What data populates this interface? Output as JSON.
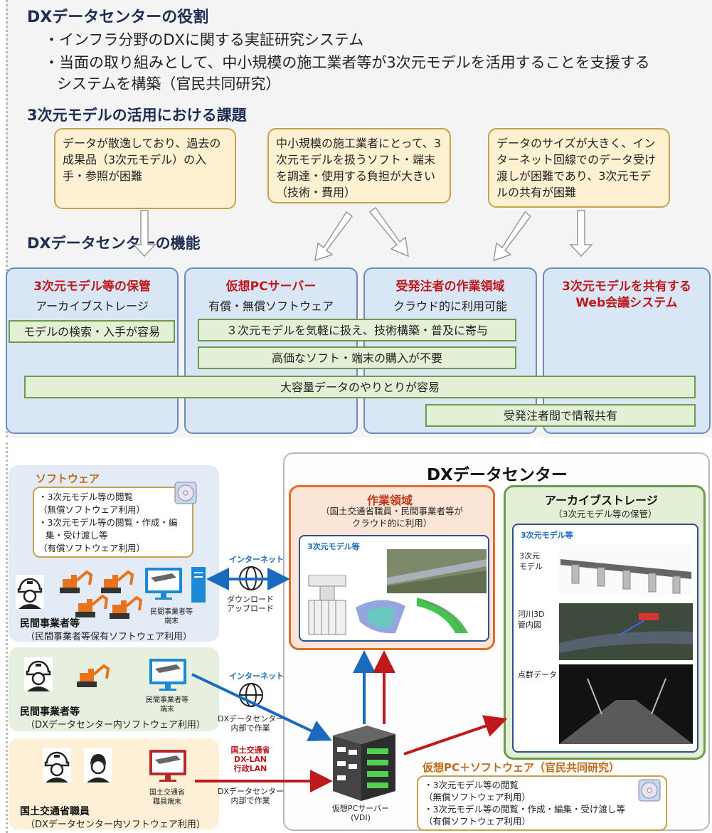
{
  "role": {
    "title": "DXデータセンターの役割",
    "line1": "・インフラ分野のDXに関する実証研究システム",
    "line2": "・当面の取り組みとして、中小規模の施工業者等が3次元モデルを活用することを支援する",
    "line3": "システムを構築（官民共同研究）"
  },
  "issues": {
    "title": "3次元モデルの活用における課題",
    "items": [
      "データが散逸しており、過去の成果品（3次元モデル）の入手・参照が困難",
      "中小規模の施工業者にとって、3次元モデルを扱うソフト・端末を調達・使用する負担が大きい（技術・費用）",
      "データのサイズが大きく、インターネット回線でのデータ受け渡しが困難であり、3次元モデルの共有が困難"
    ]
  },
  "functions": {
    "title": "DXデータセンターの機能",
    "cols": [
      {
        "title": "3次元モデル等の保管",
        "sub": "アーカイブストレージ"
      },
      {
        "title": "仮想PCサーバー",
        "sub": "有償・無償ソフトウェア"
      },
      {
        "title": "受発注者の作業領域",
        "sub": "クラウド的に利用可能"
      },
      {
        "title": "3次元モデルを共有するWeb会議システム",
        "sub": ""
      }
    ],
    "bars": [
      "モデルの検索・入手が容易",
      "３次元モデルを気軽に扱え、技術構築・普及に寄与",
      "高価なソフト・端末の購入が不要",
      "大容量データのやりとりが容易",
      "受発注者間で情報共有"
    ]
  },
  "diagram": {
    "dc_title": "DXデータセンター",
    "software": {
      "title": "ソフトウェア",
      "items": [
        "・3次元モデル等の閲覧",
        "（無償ソフトウェア利用）",
        "・3次元モデル等の閲覧・作成・編",
        "集・受け渡し等",
        "（有償ソフトウェア利用）"
      ]
    },
    "row1": {
      "name": "民間事業者等",
      "note": "（民間事業者等保有ソフトウェア利用）",
      "terminal": "民間事業者等\n端末"
    },
    "row2": {
      "name": "民間事業者等",
      "note": "（DXデータセンター内ソフトウェア利用）",
      "terminal": "民間事業者等\n端末"
    },
    "row3": {
      "name": "国土交通省職員",
      "note": "（DXデータセンター内ソフトウェア利用）",
      "terminal": "国土交通省\n職員端末"
    },
    "internet": "インターネット",
    "updown": "ダウンロード\nアップロード",
    "inside": "DXデータセンター\n内部で作業",
    "lan": "国土交通省\nDX-LAN\n行政LAN",
    "work": {
      "title": "作業領域",
      "sub": "（国土交通省職員・民間事業者等が\nクラウド的に利用）",
      "inner": "3次元モデル等"
    },
    "archive": {
      "title": "アーカイブストレージ",
      "sub": "（3次元モデル等の保管）",
      "inner": "3次元モデル等",
      "l1": "3次元\nモデル",
      "l2": "河川3D\n管内図",
      "l3": "点群データ"
    },
    "server": "仮想PCサーバー\n(VDI)",
    "vpc": {
      "title": "仮想PC＋ソフトウェア（官民共同研究）",
      "items": [
        "・3次元モデル等の閲覧",
        "（無償ソフトウェア利用）",
        "・3次元モデル等の閲覧・作成・編集・受け渡し等",
        "（有償ソフトウェア利用）"
      ]
    }
  },
  "colors": {
    "navy": "#1f2d55",
    "red": "#c0191c",
    "blue": "#1a6bbf",
    "orange": "#e06c2a",
    "green": "#6f9a4b"
  }
}
